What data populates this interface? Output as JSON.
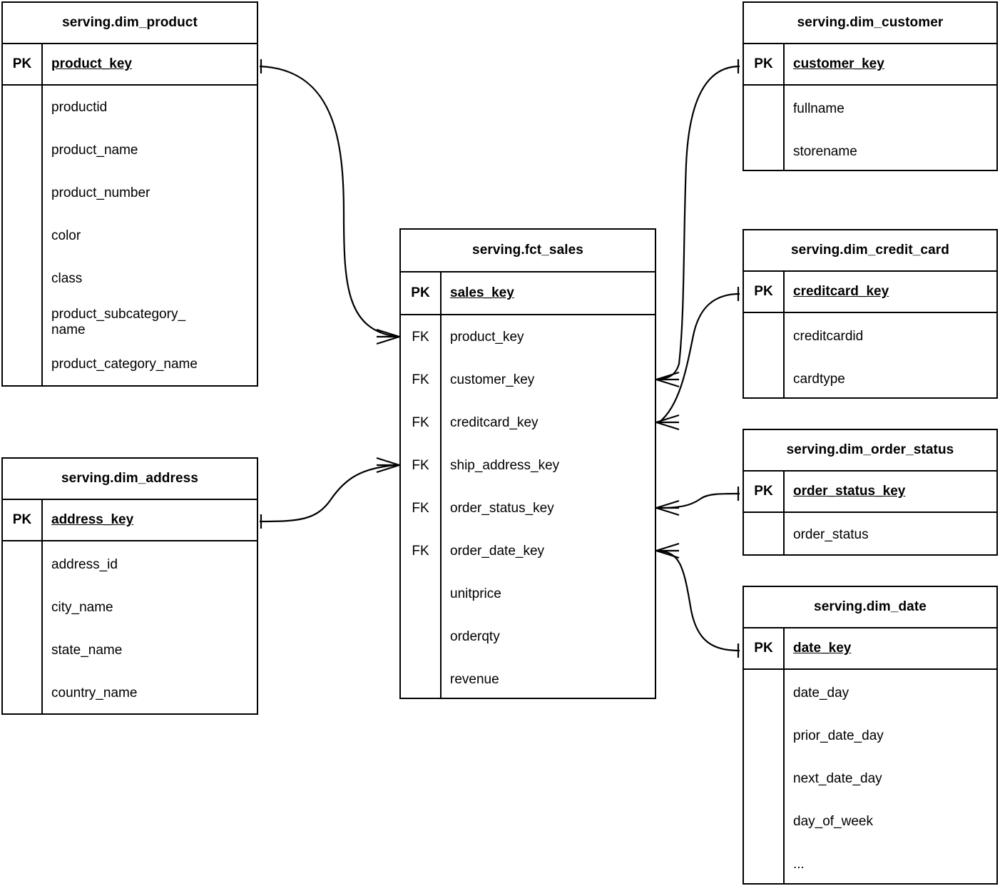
{
  "diagram": {
    "type": "entity-relationship-diagram",
    "title": "",
    "background_color": "#ffffff",
    "line_color": "#000000",
    "key_marker_pk": "PK",
    "key_marker_fk": "FK"
  },
  "entities": [
    {
      "id": "dim_product",
      "name": "serving.dim_product",
      "pk": {
        "marker": "PK",
        "field": "product_key"
      },
      "fields": [
        "productid",
        "product_name",
        "product_number",
        "color",
        "class",
        "product_subcategory_\nname",
        "product_category_name"
      ]
    },
    {
      "id": "dim_address",
      "name": "serving.dim_address",
      "pk": {
        "marker": "PK",
        "field": "address_key"
      },
      "fields": [
        "address_id",
        "city_name",
        "state_name",
        "country_name"
      ]
    },
    {
      "id": "fct_sales",
      "name": "serving.fct_sales",
      "pk": {
        "marker": "PK",
        "field": "sales_key"
      },
      "fields": [
        {
          "marker": "FK",
          "field": "product_key"
        },
        {
          "marker": "FK",
          "field": "customer_key"
        },
        {
          "marker": "FK",
          "field": "creditcard_key"
        },
        {
          "marker": "FK",
          "field": "ship_address_key"
        },
        {
          "marker": "FK",
          "field": "order_status_key"
        },
        {
          "marker": "FK",
          "field": "order_date_key"
        },
        {
          "marker": "",
          "field": "unitprice"
        },
        {
          "marker": "",
          "field": "orderqty"
        },
        {
          "marker": "",
          "field": "revenue"
        }
      ]
    },
    {
      "id": "dim_customer",
      "name": "serving.dim_customer",
      "pk": {
        "marker": "PK",
        "field": "customer_key"
      },
      "fields": [
        "fullname",
        "storename"
      ]
    },
    {
      "id": "dim_credit_card",
      "name": "serving.dim_credit_card",
      "pk": {
        "marker": "PK",
        "field": "creditcard_key"
      },
      "fields": [
        "creditcardid",
        "cardtype"
      ]
    },
    {
      "id": "dim_order_status",
      "name": "serving.dim_order_status",
      "pk": {
        "marker": "PK",
        "field": "order_status_key"
      },
      "fields": [
        "order_status"
      ]
    },
    {
      "id": "dim_date",
      "name": "serving.dim_date",
      "pk": {
        "marker": "PK",
        "field": "date_key"
      },
      "fields": [
        "date_day",
        "prior_date_day",
        "next_date_day",
        "day_of_week",
        "..."
      ]
    }
  ],
  "relationships": [
    {
      "from": "dim_product.product_key",
      "to": "fct_sales.product_key",
      "from_cardinality": "one",
      "to_cardinality": "many"
    },
    {
      "from": "dim_address.address_key",
      "to": "fct_sales.ship_address_key",
      "from_cardinality": "one",
      "to_cardinality": "many"
    },
    {
      "from": "dim_customer.customer_key",
      "to": "fct_sales.customer_key",
      "from_cardinality": "one",
      "to_cardinality": "many"
    },
    {
      "from": "dim_credit_card.creditcard_key",
      "to": "fct_sales.creditcard_key",
      "from_cardinality": "one",
      "to_cardinality": "many"
    },
    {
      "from": "dim_order_status.order_status_key",
      "to": "fct_sales.order_status_key",
      "from_cardinality": "one",
      "to_cardinality": "many"
    },
    {
      "from": "dim_date.date_key",
      "to": "fct_sales.order_date_key",
      "from_cardinality": "one",
      "to_cardinality": "many"
    }
  ]
}
